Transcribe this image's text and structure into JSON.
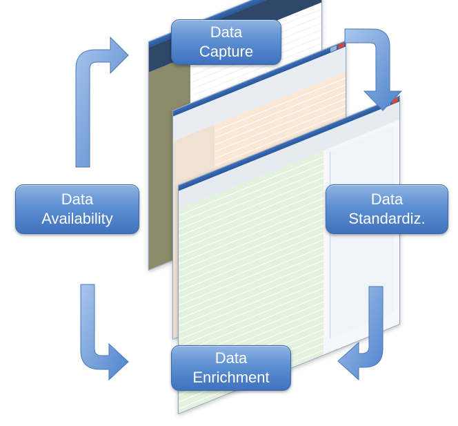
{
  "diagram": {
    "boxes": {
      "capture": "Data\nCapture",
      "availability": "Data\nAvailability",
      "standardization": "Data\nStandardiz.",
      "enrichment": "Data\nEnrichment"
    },
    "colors": {
      "box_top": "#8fb3e2",
      "box_bottom": "#3f72bd",
      "arrow_fill": "#6b9ad8",
      "window_header": "#2f4768",
      "window_nav": "#8c8a6a",
      "row_green": "#e3f2df",
      "row_peach": "#fbe7d6"
    },
    "windows": [
      "data-grid-window",
      "lookup-window",
      "record-editor-window"
    ]
  }
}
